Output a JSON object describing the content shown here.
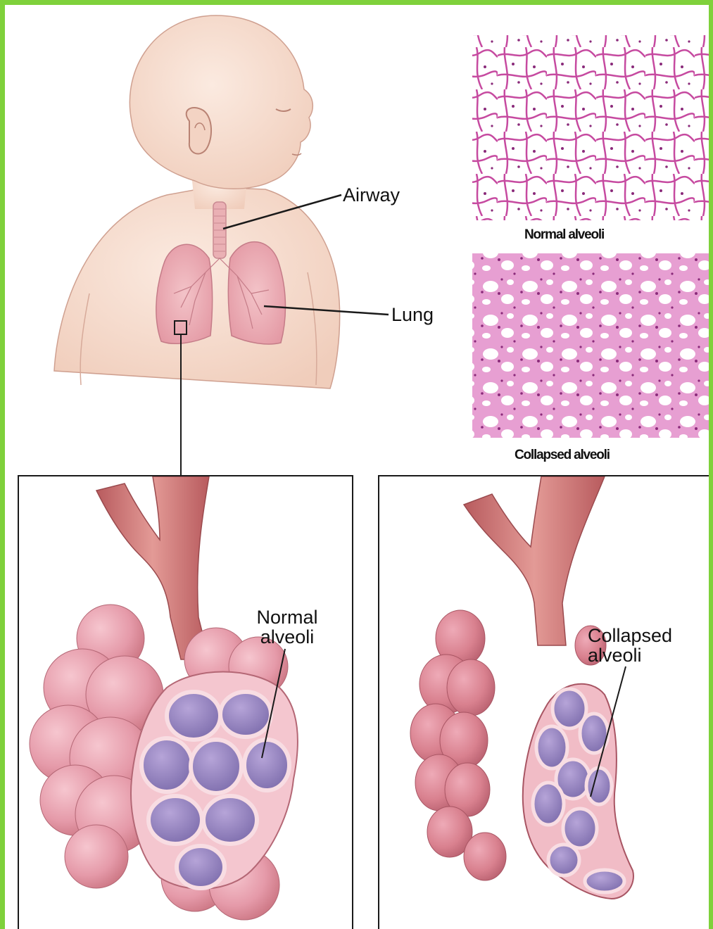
{
  "labels": {
    "airway": "Airway",
    "lung": "Lung",
    "normal_alveoli_micro": "Normal alveoli",
    "collapsed_alveoli_micro": "Collapsed alveoli",
    "normal_alveoli_line1": "Normal",
    "normal_alveoli_line2": "alveoli",
    "collapsed_alveoli_line1": "Collapsed",
    "collapsed_alveoli_line2": "alveoli"
  },
  "colors": {
    "frame": "#7fd13b",
    "skin": "#f6dccb",
    "skin_outline": "#c9968a",
    "lung": "#e8a6ae",
    "alveoli_outer": "#d98b9a",
    "alveoli_inner": "#8f7fb8",
    "bronchus": "#c96a6a",
    "histology_stain": "#c64aa0"
  },
  "icons": {
    "baby": "infant-figure-icon",
    "normal_histology": "normal-alveoli-micrograph",
    "collapsed_histology": "collapsed-alveoli-micrograph"
  }
}
